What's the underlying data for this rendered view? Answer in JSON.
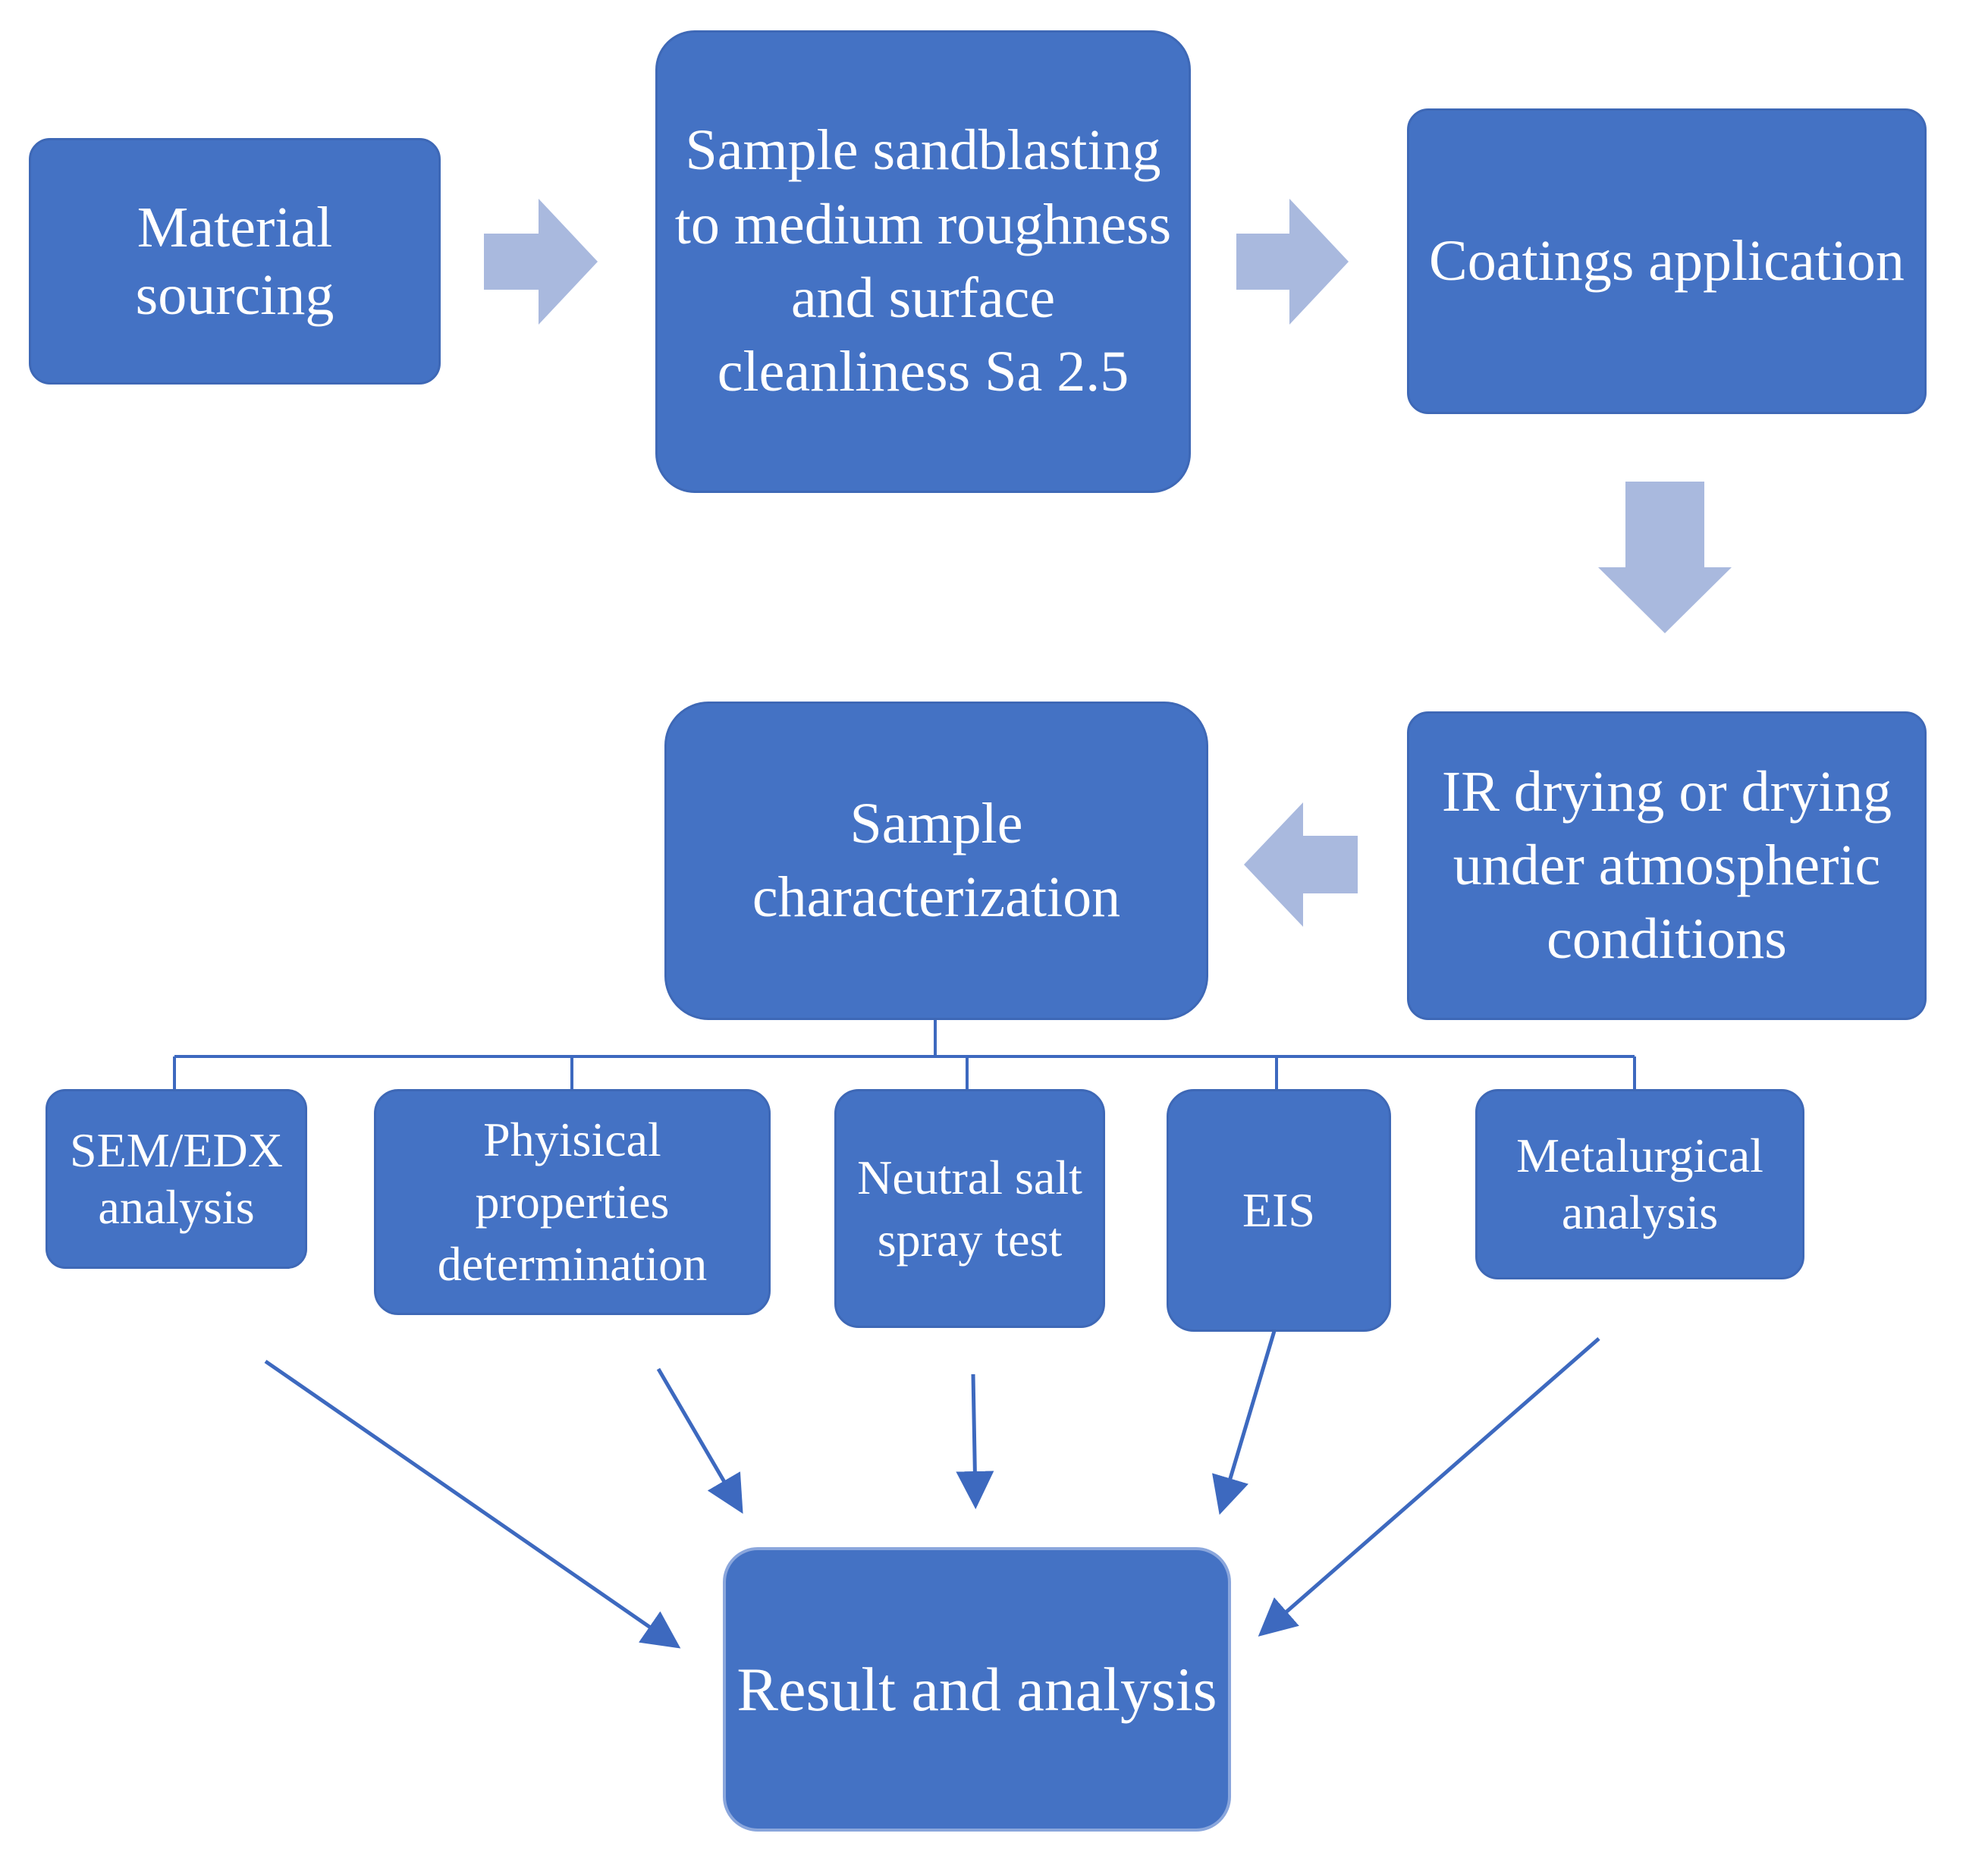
{
  "colors": {
    "box_fill": "#4472c4",
    "box_border": "#3e68b6",
    "block_arrow": "#a9b9de",
    "connector": "#3d69bf"
  },
  "steps": {
    "material_sourcing": "Material sourcing",
    "sandblasting": "Sample sandblasting to medium roughness and surface cleanliness Sa 2.5",
    "coatings_application": "Coatings application",
    "drying": "IR drying or drying under atmospheric conditions",
    "characterization": "Sample characterization",
    "result": "Result and analysis"
  },
  "tests": {
    "sem_edx": "SEM/EDX analysis",
    "physical": "Phyisical properties determination",
    "salt_spray": "Neutral salt spray test",
    "eis": "EIS",
    "metallurgical": "Metalurgical analysis"
  }
}
